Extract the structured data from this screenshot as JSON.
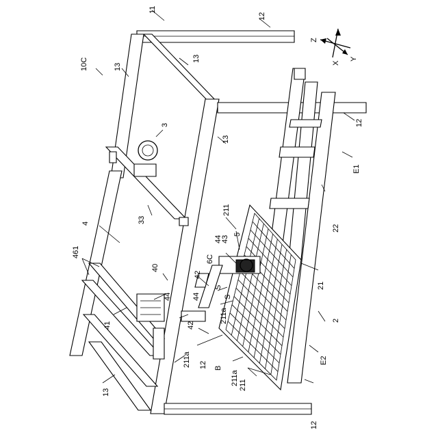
{
  "labels": {
    "frame_main": "10C",
    "frame": "11",
    "leg": "12",
    "beam": "13",
    "unit_3": "3",
    "unit_4": "4",
    "unit_2": "2",
    "unit_5": "5",
    "holder_33": "33",
    "stand_40": "40",
    "part_41": "41",
    "part_42": "42",
    "part_43": "43",
    "part_44": "44",
    "part_461": "461",
    "part_6C": "6C",
    "tray_21": "21",
    "tray_211": "211",
    "tray_211a": "211a",
    "base_22": "22",
    "space_S": "S",
    "dir_B": "B",
    "end_E1": "E1",
    "end_E2": "E2"
  },
  "axes": {
    "z": "Z",
    "x": "X",
    "y": "Y"
  }
}
